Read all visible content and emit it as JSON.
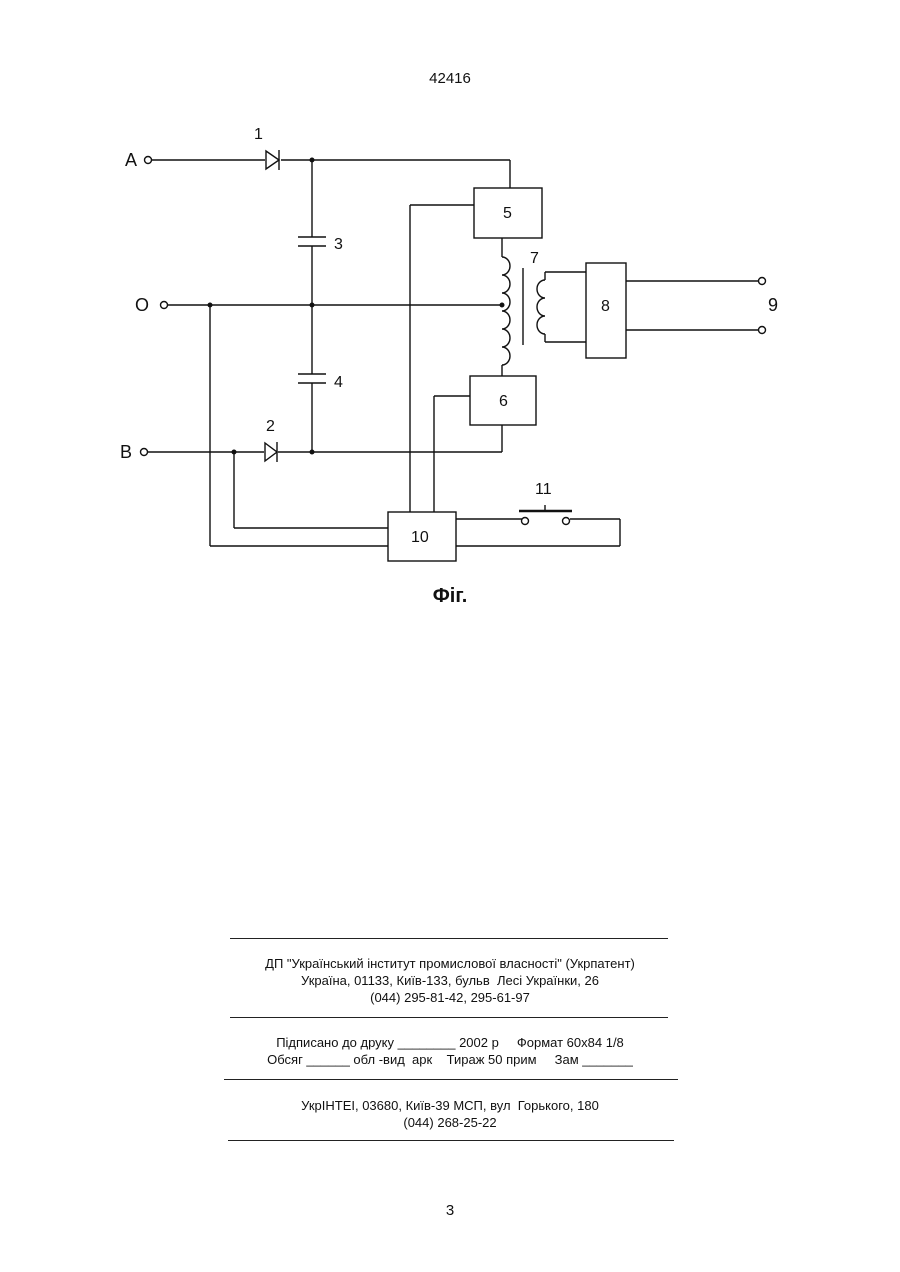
{
  "header": {
    "patent_number": "42416"
  },
  "figure": {
    "caption": "Фіг.",
    "terminals": {
      "a": "A",
      "o": "O",
      "b": "B",
      "output": "9"
    },
    "components": {
      "diode_1": "1",
      "diode_2": "2",
      "capacitor_3": "3",
      "capacitor_4": "4",
      "block_5": "5",
      "block_6": "6",
      "transformer_7": "7",
      "block_8": "8",
      "block_10": "10",
      "switch_11": "11"
    }
  },
  "imprint": {
    "publisher": [
      "ДП \"Український інститут промислової власності\" (Укрпатент)",
      "Україна, 01133, Київ-133, бульв  Лесі Українки, 26",
      "(044) 295-81-42, 295-61-97"
    ],
    "print_info": [
      "Підписано до друку ________ 2002 р     Формат 60х84 1/8",
      "Обсяг ______ обл -вид  арк    Тираж 50 прим     Зам _______"
    ],
    "printer": [
      "УкрІНТЕІ, 03680, Київ-39 МСП, вул  Горького, 180",
      "(044) 268-25-22"
    ]
  },
  "footer": {
    "page_number": "3"
  }
}
